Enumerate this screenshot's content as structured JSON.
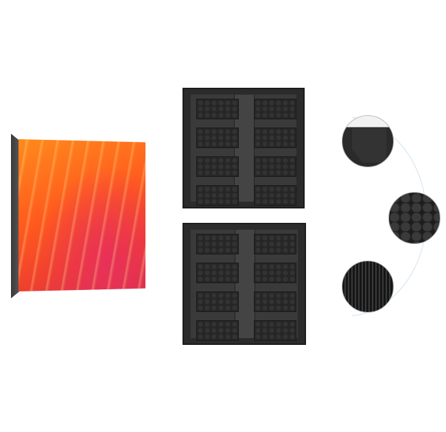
{
  "colors": {
    "panel_dark": "#2b2b2b",
    "screen_orange": "#ff5a1e",
    "screen_pink": "#e8305a",
    "ring": "#cfe3ee"
  },
  "icons": [
    "led-panel-front",
    "led-panel-back",
    "detail-corner-bracket",
    "detail-hex-texture",
    "detail-ribbed-texture"
  ],
  "module_grid": {
    "rows": 4,
    "cols": 2
  }
}
